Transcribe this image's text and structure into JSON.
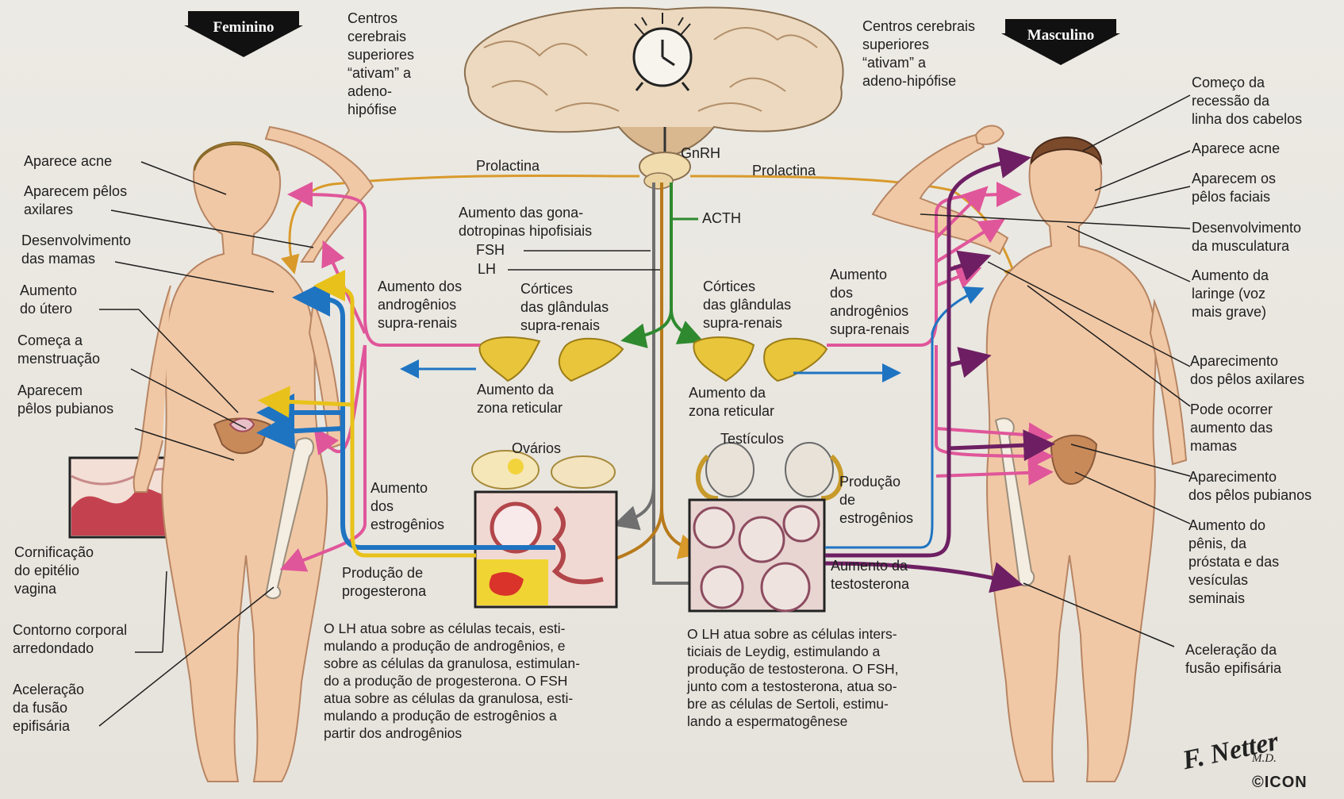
{
  "header": {
    "left_banner": "Feminino",
    "right_banner": "Masculino",
    "left_center_text": "Centros\ncerebrais\nsuperiores\n“ativam” a\nadeno-\nhipófise",
    "right_center_text": "Centros cerebrais\nsuperiores\n“ativam” a\nadeno-hipófise"
  },
  "hormones": {
    "gnrh": "GnRH",
    "prolactin_left": "Prolactina",
    "prolactin_right": "Prolactina",
    "acth": "ACTH",
    "gonadotropins": "Aumento das gona-\ndotropinas hipofisiais",
    "fsh": "FSH",
    "lh": "LH"
  },
  "center_left": {
    "androgens": "Aumento dos\nandrogênios\nsupra-renais",
    "cortex": "Córtices\ndas glândulas\nsupra-renais",
    "reticular": "Aumento da\nzona reticular",
    "ovaries": "Ovários",
    "estrogens": "Aumento\ndos\nestrogênios",
    "progesterone": "Produção de\nprogesterona"
  },
  "center_right": {
    "cortex": "Córtices\ndas glândulas\nsupra-renais",
    "androgens": "Aumento\ndos\nandrogênios\nsupra-renais",
    "reticular": "Aumento da\nzona reticular",
    "testes": "Testículos",
    "estrogens": "Produção\nde\nestrogênios",
    "testosterone": "Aumento da\ntestosterona"
  },
  "female_labels": [
    "Aparece acne",
    "Aparecem pêlos\naxilares",
    "Desenvolvimento\ndas mamas",
    "Aumento\ndo útero",
    "Começa a\nmenstruação",
    "Aparecem\npêlos pubianos",
    "Cornificação\ndo epitélio\nvagina",
    "Contorno corporal\narredondado",
    "Aceleração\nda fusão\nepifisária"
  ],
  "male_labels": [
    "Começo da\nrecessão da\nlinha dos cabelos",
    "Aparece acne",
    "Aparecem os\npêlos faciais",
    "Desenvolvimento\nda musculatura",
    "Aumento da\nlaringe (voz\nmais grave)",
    "Aparecimento\ndos pêlos axilares",
    "Pode ocorrer\naumento das\nmamas",
    "Aparecimento\ndos pêlos pubianos",
    "Aumento do\npênis, da\npróstata e das\nvesículas\nseminais",
    "Aceleração da\nfusão epifisária"
  ],
  "captions": {
    "female": "O LH atua sobre as células tecais, esti-\nmulando a produção de androgênios, e\nsobre as células da granulosa, estimulan-\ndo a produção de progesterona. O FSH\natua sobre as células da granulosa, esti-\nmulando a produção de estrogênios a\npartir dos androgênios",
    "male": "O LH atua sobre as células inters-\nticiais de Leydig, estimulando a\nprodução de testosterona. O FSH,\njunto com a testosterona, atua so-\nbre as células de Sertoli, estimu-\nlando a espermatogênese"
  },
  "signature": {
    "name": "F. Netter",
    "suffix": "M.D.",
    "logo": "©ICON"
  },
  "colors": {
    "prolactin": "#d99a2b",
    "androgen_pink": "#e0569a",
    "estrogen_blue": "#1f74c2",
    "progesterone_yellow": "#e8c21a",
    "acth_green": "#2f8a2f",
    "lh_gray": "#707070",
    "testosterone_purple": "#6e1f63",
    "adrenal_yellow": "#e8c53a",
    "skin": "#f1c8a5"
  }
}
